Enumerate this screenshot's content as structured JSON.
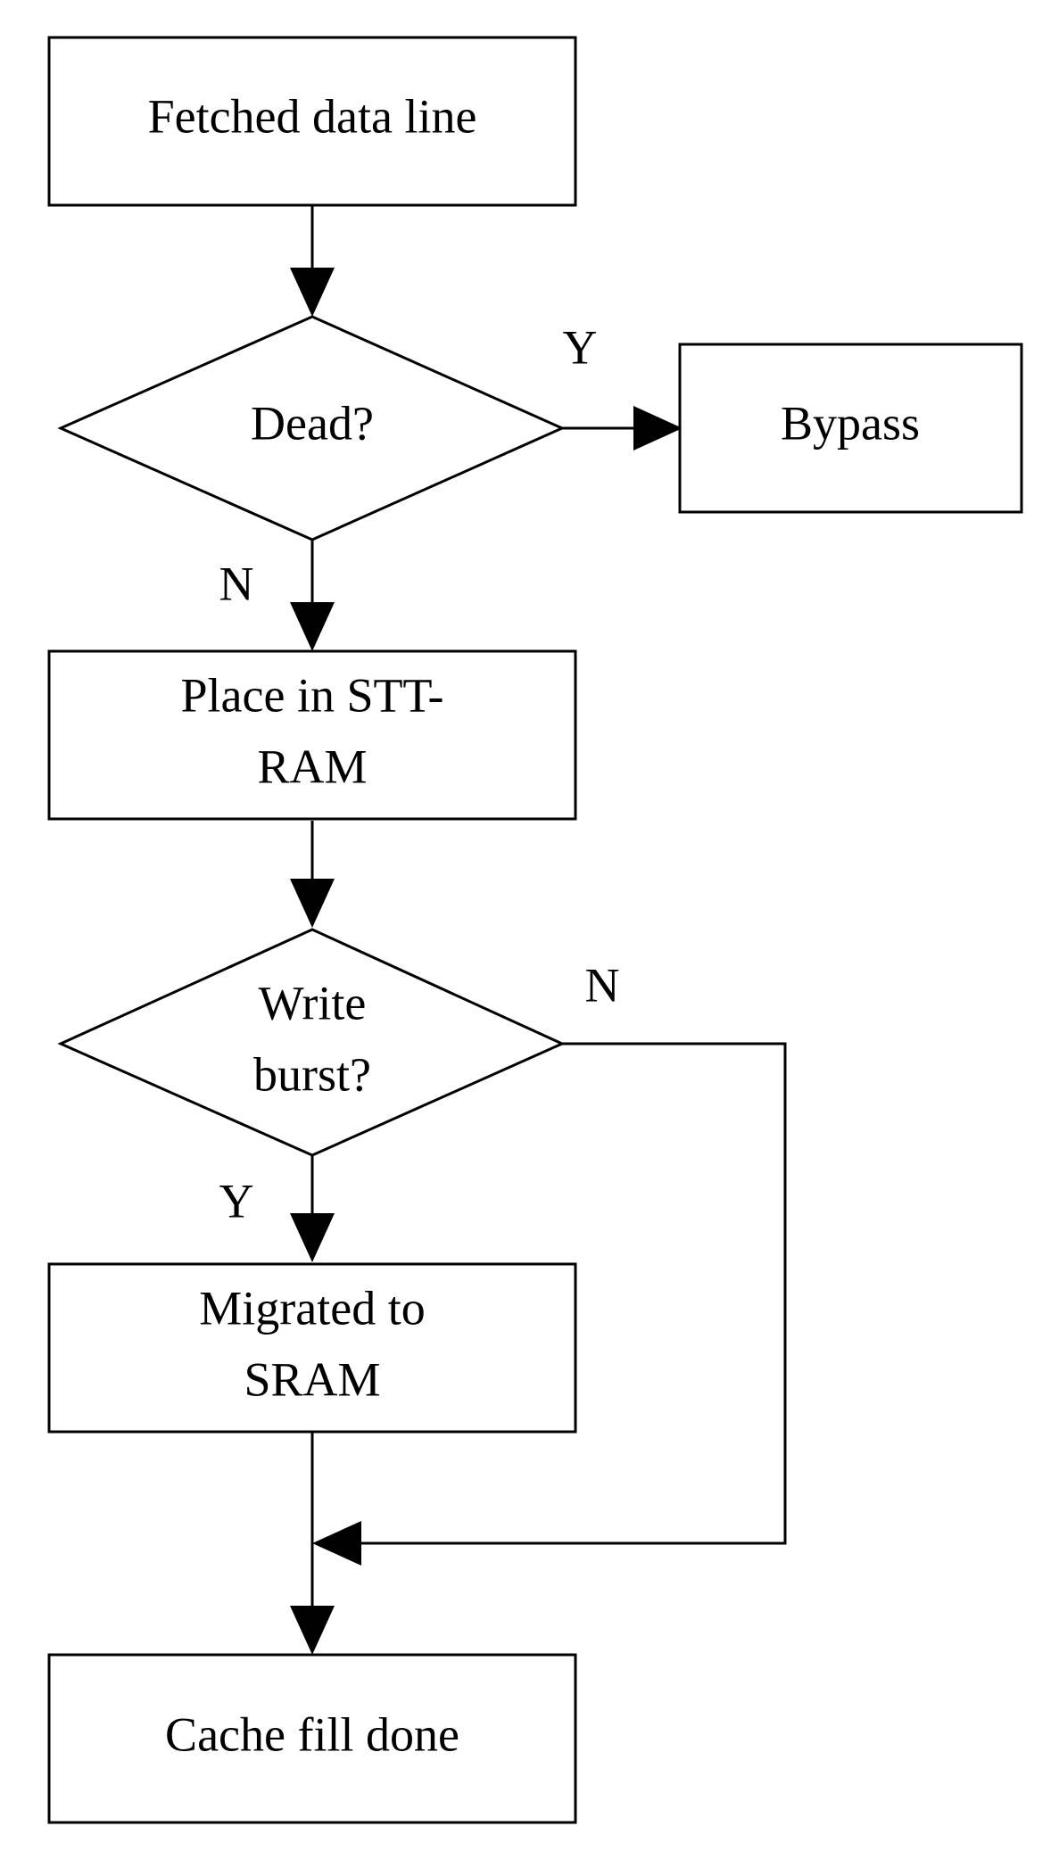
{
  "flowchart": {
    "fetched": "Fetched data line",
    "dead_decision": "Dead?",
    "bypass": "Bypass",
    "place_line1": "Place in STT-",
    "place_line2": "RAM",
    "write_line1": "Write",
    "write_line2": "burst?",
    "migrated_line1": "Migrated to",
    "migrated_line2": "SRAM",
    "done": "Cache fill done",
    "dead_yes": "Y",
    "dead_no": "N",
    "write_no": "N",
    "write_yes": "Y"
  }
}
